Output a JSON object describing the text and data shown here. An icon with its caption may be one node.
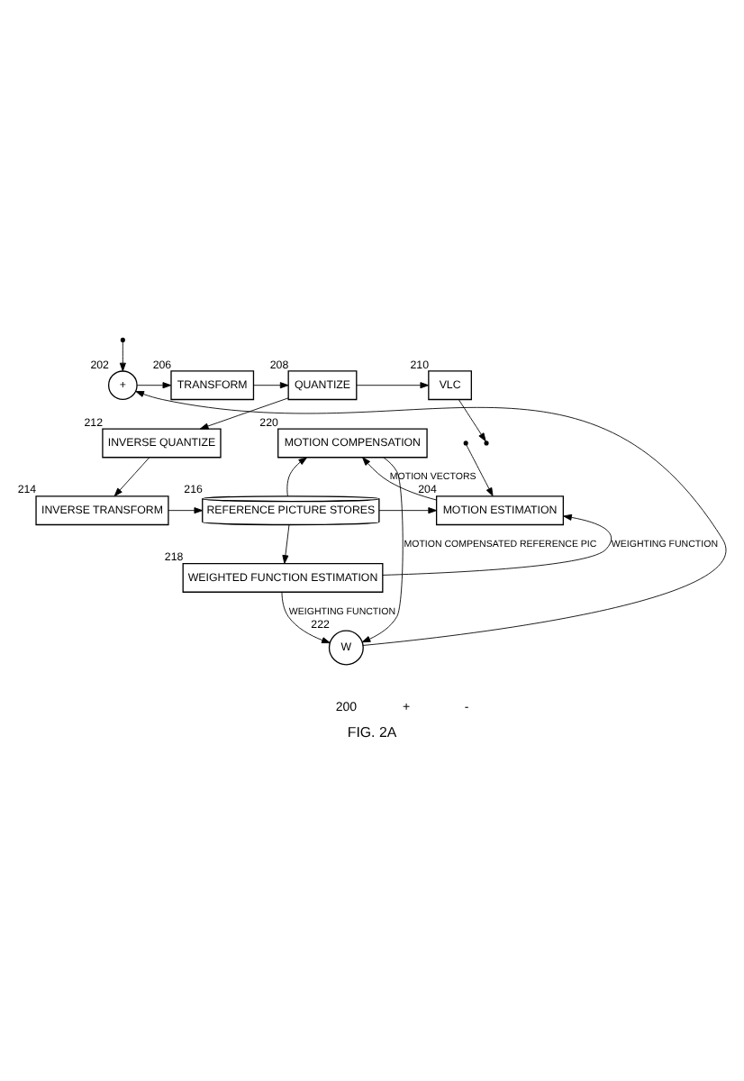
{
  "diagram": {
    "caption": "FIG. 2A",
    "nodes": [
      {
        "text": [
          "+"
        ],
        "beside": [
          "202"
        ]
      },
      {
        "text": [
          "TRANSFORM"
        ],
        "beside": [
          "206"
        ]
      },
      {
        "text": [
          "QUANTIZE"
        ],
        "beside": [
          "208"
        ]
      },
      {
        "text": [
          "VLC"
        ],
        "beside": [
          "210"
        ]
      },
      {
        "text": [
          "INVERSE QUANTIZE"
        ],
        "beside": [
          "212"
        ]
      },
      {
        "text": [
          "INVERSE TRANSFORM"
        ],
        "beside": [
          "214"
        ]
      },
      {
        "text": [
          "REFERENCE PICTURE STORES"
        ],
        "beside": [
          "216"
        ]
      },
      {
        "text": [
          "MOTION COMPENSATION"
        ],
        "beside": [
          "220"
        ]
      },
      {
        "text": [
          "MOTION ESTIMATION"
        ],
        "beside": [
          "204"
        ]
      },
      {
        "text": [
          "WEIGHTED FUNCTION ESTIMATION"
        ],
        "beside": [
          "218"
        ]
      },
      {
        "text": [
          "W"
        ],
        "beside": [
          "222"
        ]
      }
    ],
    "edges": [
      {
        "from": null,
        "to": 0,
        "arrow": "to"
      },
      {
        "from": null,
        "to": 8,
        "arrow": "to"
      },
      {
        "from": 0,
        "to": 1,
        "arrow": "to"
      },
      {
        "from": 1,
        "to": 2,
        "arrow": "to"
      },
      {
        "from": 2,
        "to": 3,
        "arrow": "to"
      },
      {
        "from": 3,
        "to": null,
        "arrow": "to"
      },
      {
        "from": 2,
        "to": 4,
        "arrow": "to"
      },
      {
        "from": 4,
        "to": 5,
        "arrow": "to"
      },
      {
        "from": 5,
        "to": 6,
        "arrow": "to"
      },
      {
        "from": 6,
        "to": 7,
        "arrow": "to"
      },
      {
        "from": 6,
        "to": 8,
        "arrow": "to"
      },
      {
        "from": 6,
        "to": 9,
        "arrow": "to"
      },
      {
        "from": 9,
        "to": 8,
        "arrow": "to",
        "label": "WEIGHTING FUNCTION"
      },
      {
        "from": 9,
        "to": 10,
        "arrow": "to",
        "label": "WEIGHTING FUNCTION"
      },
      {
        "from": 8,
        "to": 7,
        "arrow": "to",
        "label": "MOTION VECTORS"
      },
      {
        "from": 7,
        "to": 10,
        "arrow": "to",
        "label": "MOTION COMPENSATED REFERENCE PIC"
      },
      {
        "from": 10,
        "to": 0,
        "arrow": "to"
      }
    ],
    "labels": [
      "200",
      "+",
      "-"
    ]
  }
}
